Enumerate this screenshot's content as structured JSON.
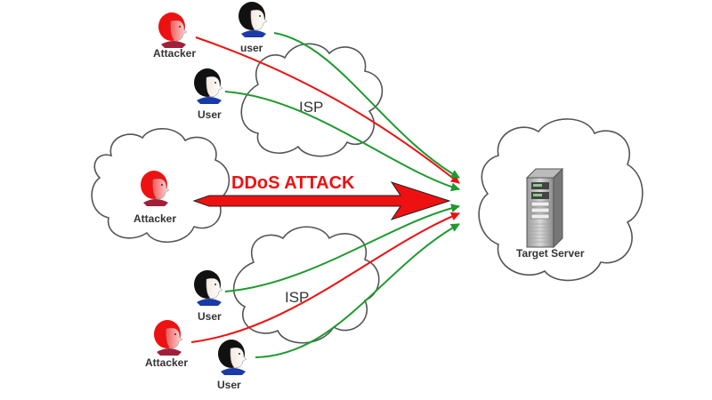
{
  "title": "DDoS ATTACK",
  "colors": {
    "attack": "#ee1111",
    "legit": "#1f9a2e",
    "attacker_head": "#ee1111",
    "user_hair": "#111111",
    "user_collar": "#1a3aa8",
    "text": "#333333"
  },
  "isp_clouds": [
    {
      "label": "ISP"
    },
    {
      "label": "ISP"
    }
  ],
  "actors": [
    {
      "id": "attacker-top",
      "type": "attacker",
      "label": "Attacker"
    },
    {
      "id": "user-top",
      "type": "user",
      "label": "user"
    },
    {
      "id": "user-mid-top",
      "type": "user",
      "label": "User"
    },
    {
      "id": "attacker-center",
      "type": "attacker",
      "label": "Attacker"
    },
    {
      "id": "user-mid-bottom",
      "type": "user",
      "label": "User"
    },
    {
      "id": "attacker-bottom",
      "type": "attacker",
      "label": "Attacker"
    },
    {
      "id": "user-bottom",
      "type": "user",
      "label": "User"
    }
  ],
  "target": {
    "label": "Target Server",
    "icon": "server-icon"
  },
  "connections": [
    {
      "from": "attacker-top",
      "kind": "attack"
    },
    {
      "from": "user-top",
      "kind": "legit"
    },
    {
      "from": "user-mid-top",
      "kind": "legit"
    },
    {
      "from": "attacker-center",
      "kind": "attack"
    },
    {
      "from": "user-mid-bottom",
      "kind": "legit"
    },
    {
      "from": "attacker-bottom",
      "kind": "attack"
    },
    {
      "from": "user-bottom",
      "kind": "legit"
    }
  ]
}
